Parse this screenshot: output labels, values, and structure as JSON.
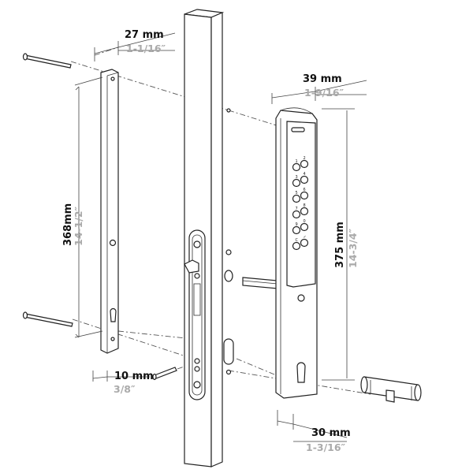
{
  "dimensions": {
    "plate_width": {
      "metric": "27 mm",
      "imperial": "1-1/16″"
    },
    "keypad_width": {
      "metric": "39 mm",
      "imperial": "1-9/16″"
    },
    "plate_height": {
      "metric": "368mm",
      "imperial": "14-1/2″"
    },
    "keypad_height": {
      "metric": "375 mm",
      "imperial": "14-3/4″"
    },
    "plate_thickness": {
      "metric": "10 mm",
      "imperial": "3/8″"
    },
    "keypad_depth": {
      "metric": "30 mm",
      "imperial": "1-3/16″"
    }
  },
  "keypad": {
    "keys": [
      "1",
      "2",
      "3",
      "4",
      "5",
      "6",
      "7",
      "8",
      "9",
      "0",
      "C",
      "✓"
    ]
  }
}
